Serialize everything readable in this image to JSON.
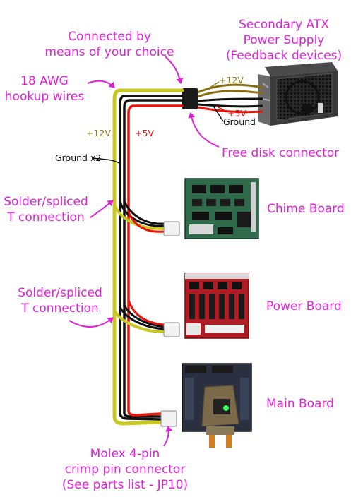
{
  "labels": {
    "connected_by": [
      "Connected by",
      "means of your choice"
    ],
    "secondary_atx": [
      "Secondary ATX",
      "Power Supply",
      "(Feedback devices)"
    ],
    "awg_wires": [
      "18 AWG",
      "hookup wires"
    ],
    "free_disk": "Free disk connector",
    "solder_t_1": [
      "Solder/spliced",
      "T connection"
    ],
    "solder_t_2": [
      "Solder/spliced",
      "T connection"
    ],
    "chime_board": "Chime Board",
    "power_board": "Power Board",
    "main_board": "Main Board",
    "molex": [
      "Molex 4-pin",
      "crimp pin connector",
      "(See parts list - JP10)"
    ]
  },
  "wire_labels": {
    "v12_top": "+12V",
    "v5_top": "+5V",
    "ground_top": "Ground",
    "v12_left": "+12V",
    "v5_left": "+5V",
    "ground_x2": "Ground x2"
  },
  "colors": {
    "annotation": "#e020d8",
    "wire_yellow": "#c8c81e",
    "wire_black": "#111111",
    "wire_red": "#e8140c",
    "wire_olive": "#8a6c10",
    "v12_label": "#8a7a12",
    "v5_label": "#e01010",
    "board_green": "#2f6b4a",
    "board_red": "#b01c24",
    "board_dark": "#2a3040"
  }
}
